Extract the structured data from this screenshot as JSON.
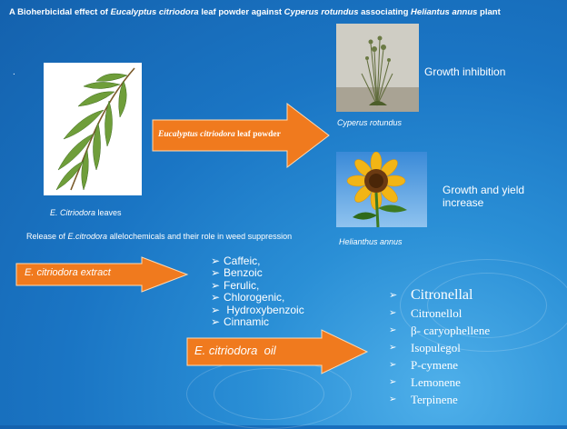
{
  "title": {
    "part1": "A Bioherbicidal effect of ",
    "part2": "Eucalyptus citriodora",
    "part3": " leaf powder against ",
    "part4": "Cyperus rotundus",
    "part5": " associating ",
    "part6": "Heliantus annus",
    "part7": " plant"
  },
  "bullet_dot": ".",
  "leaves_caption": {
    "italic": "E. Citriodora",
    "rest": " leaves"
  },
  "arrow_leaf_powder": {
    "italic": "Eucalyptus citriodora",
    "rest": " leaf powder",
    "color": "#f07a1e"
  },
  "cyperus_caption": "Cyperus rotundus",
  "growth_inhibition": "Growth inhibition",
  "helianthus_caption": "Helianthus annus",
  "growth_yield": {
    "line1": "Growth and yield",
    "line2": "increase"
  },
  "release_text": {
    "part1": "Release of ",
    "italic": "E.citrodora",
    "part2": " allelochemicals and their role in weed suppression"
  },
  "extract_arrow": {
    "label": "E. citriodora extract",
    "color": "#f07a1e"
  },
  "extract_list": {
    "marker": "➢",
    "items": [
      "Caffeic,",
      "Benzoic",
      "Ferulic,",
      "Chlorogenic,",
      " Hydroxybenzoic",
      "Cinnamic"
    ]
  },
  "oil_arrow": {
    "label": "E. citriodora  oil",
    "color": "#f07a1e"
  },
  "oil_list": {
    "marker": "➢",
    "items": [
      "Citronellal",
      "Citronellol",
      "β- caryophellene",
      "Isopulegol",
      "P-cymene",
      "Lemonene",
      "Terpinene"
    ]
  },
  "icons": {
    "leaf_image": "eucalyptus-leaves-photo",
    "cyperus_image": "cyperus-plant-photo",
    "sunflower_image": "sunflower-photo"
  }
}
